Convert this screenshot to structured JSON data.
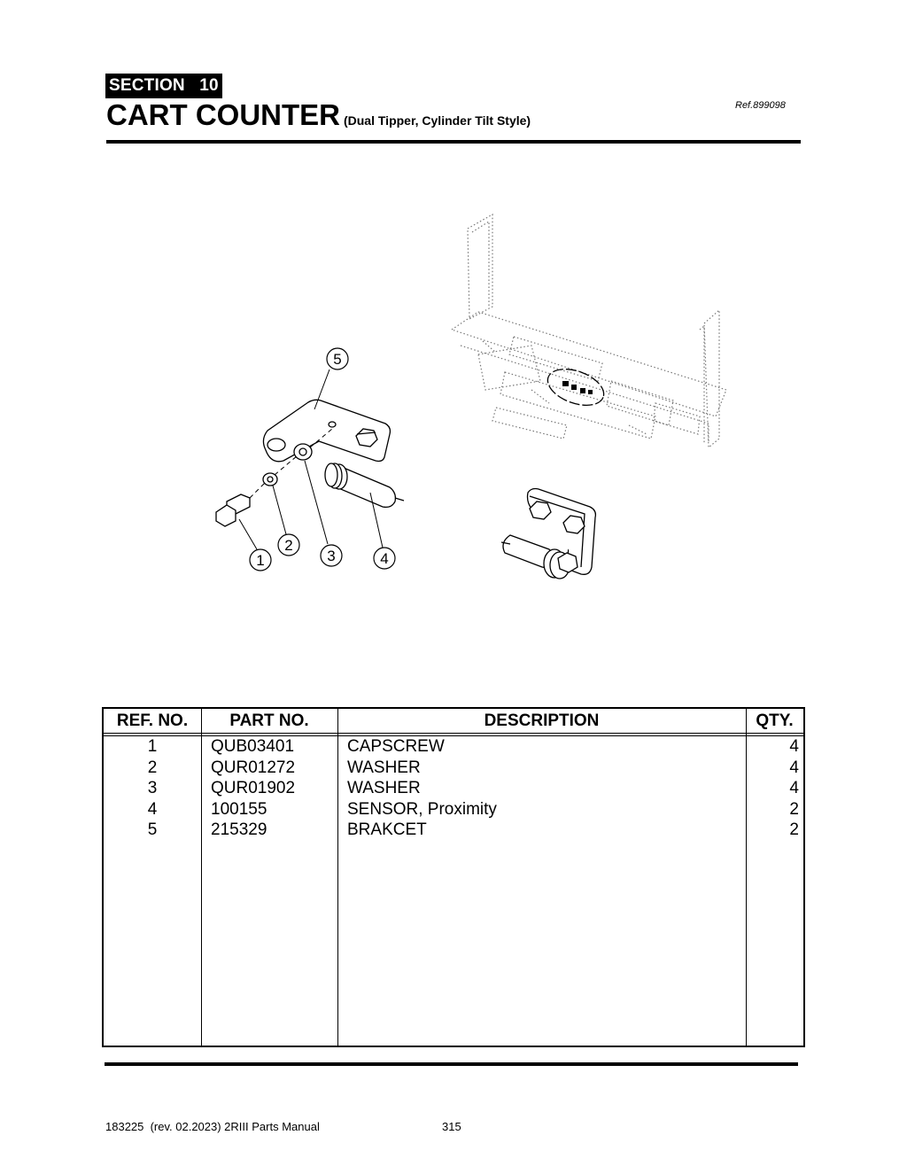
{
  "header": {
    "section_label": "SECTION   10",
    "title": "CART COUNTER",
    "subtitle": "(Dual Tipper, Cylinder Tilt Style)",
    "ref": "Ref.899098"
  },
  "figure": {
    "callouts": [
      "1",
      "2",
      "3",
      "4",
      "5"
    ]
  },
  "table": {
    "headers": {
      "ref_no": "REF. NO.",
      "part_no": "PART NO.",
      "description": "DESCRIPTION",
      "qty": "QTY."
    },
    "rows": [
      {
        "ref": "1",
        "part": "QUB03401",
        "desc": "CAPSCREW",
        "qty": "4"
      },
      {
        "ref": "2",
        "part": "QUR01272",
        "desc": "WASHER",
        "qty": "4"
      },
      {
        "ref": "3",
        "part": "QUR01902",
        "desc": "WASHER",
        "qty": "4"
      },
      {
        "ref": "4",
        "part": "100155",
        "desc": "SENSOR, Proximity",
        "qty": "2"
      },
      {
        "ref": "5",
        "part": "215329",
        "desc": "BRAKCET",
        "qty": "2"
      }
    ]
  },
  "footer": {
    "doc": "183225  (rev. 02.2023) 2RIII Parts Manual",
    "page": "315"
  }
}
